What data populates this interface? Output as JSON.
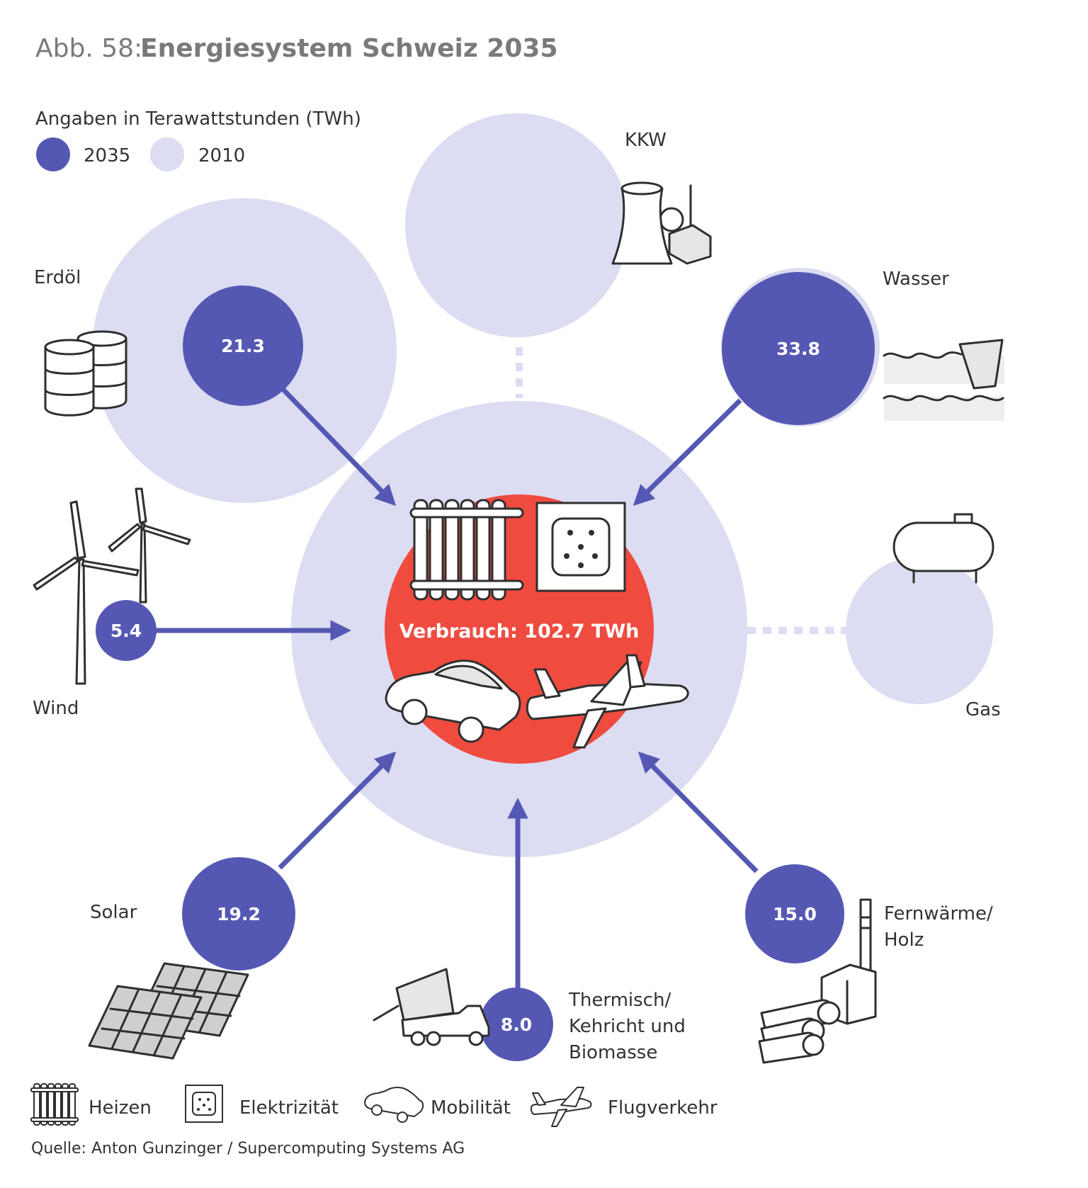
{
  "title": {
    "prefix": "Abb. 58:",
    "main": "Energiesystem Schweiz 2035"
  },
  "legend": {
    "heading": "Angaben in Terawattstunden (TWh)",
    "items": [
      {
        "label": "2035",
        "color": "#5558b3"
      },
      {
        "label": "2010",
        "color": "#dcdcf2"
      }
    ]
  },
  "center": {
    "label": "Verbrauch: 102.7 TWh",
    "color": "#ef4b3f"
  },
  "sources": [
    {
      "id": "erdoel",
      "label": "Erdöl",
      "value_2035": "21.3"
    },
    {
      "id": "kkw",
      "label": "KKW"
    },
    {
      "id": "wasser",
      "label": "Wasser",
      "value_2035": "33.8"
    },
    {
      "id": "wind",
      "label": "Wind",
      "value_2035": "5.4"
    },
    {
      "id": "gas",
      "label": "Gas"
    },
    {
      "id": "solar",
      "label": "Solar",
      "value_2035": "19.2"
    },
    {
      "id": "thermisch",
      "label_lines": [
        "Thermisch/",
        "Kehricht und",
        "Biomasse"
      ],
      "value_2035": "8.0"
    },
    {
      "id": "fernwaerme",
      "label_lines": [
        "Fernwärme/",
        "Holz"
      ],
      "value_2035": "15.0"
    }
  ],
  "usage_legend": [
    {
      "label": "Heizen",
      "icon": "radiator-icon"
    },
    {
      "label": "Elektrizität",
      "icon": "socket-icon"
    },
    {
      "label": "Mobilität",
      "icon": "car-icon"
    },
    {
      "label": "Flugverkehr",
      "icon": "airplane-icon"
    }
  ],
  "source_note": "Quelle: Anton Gunzinger / Supercomputing Systems AG",
  "colors": {
    "dark_circle": "#5558b3",
    "light_circle": "#dcdcf2",
    "arrow": "#5558b3",
    "center": "#ef4b3f"
  }
}
